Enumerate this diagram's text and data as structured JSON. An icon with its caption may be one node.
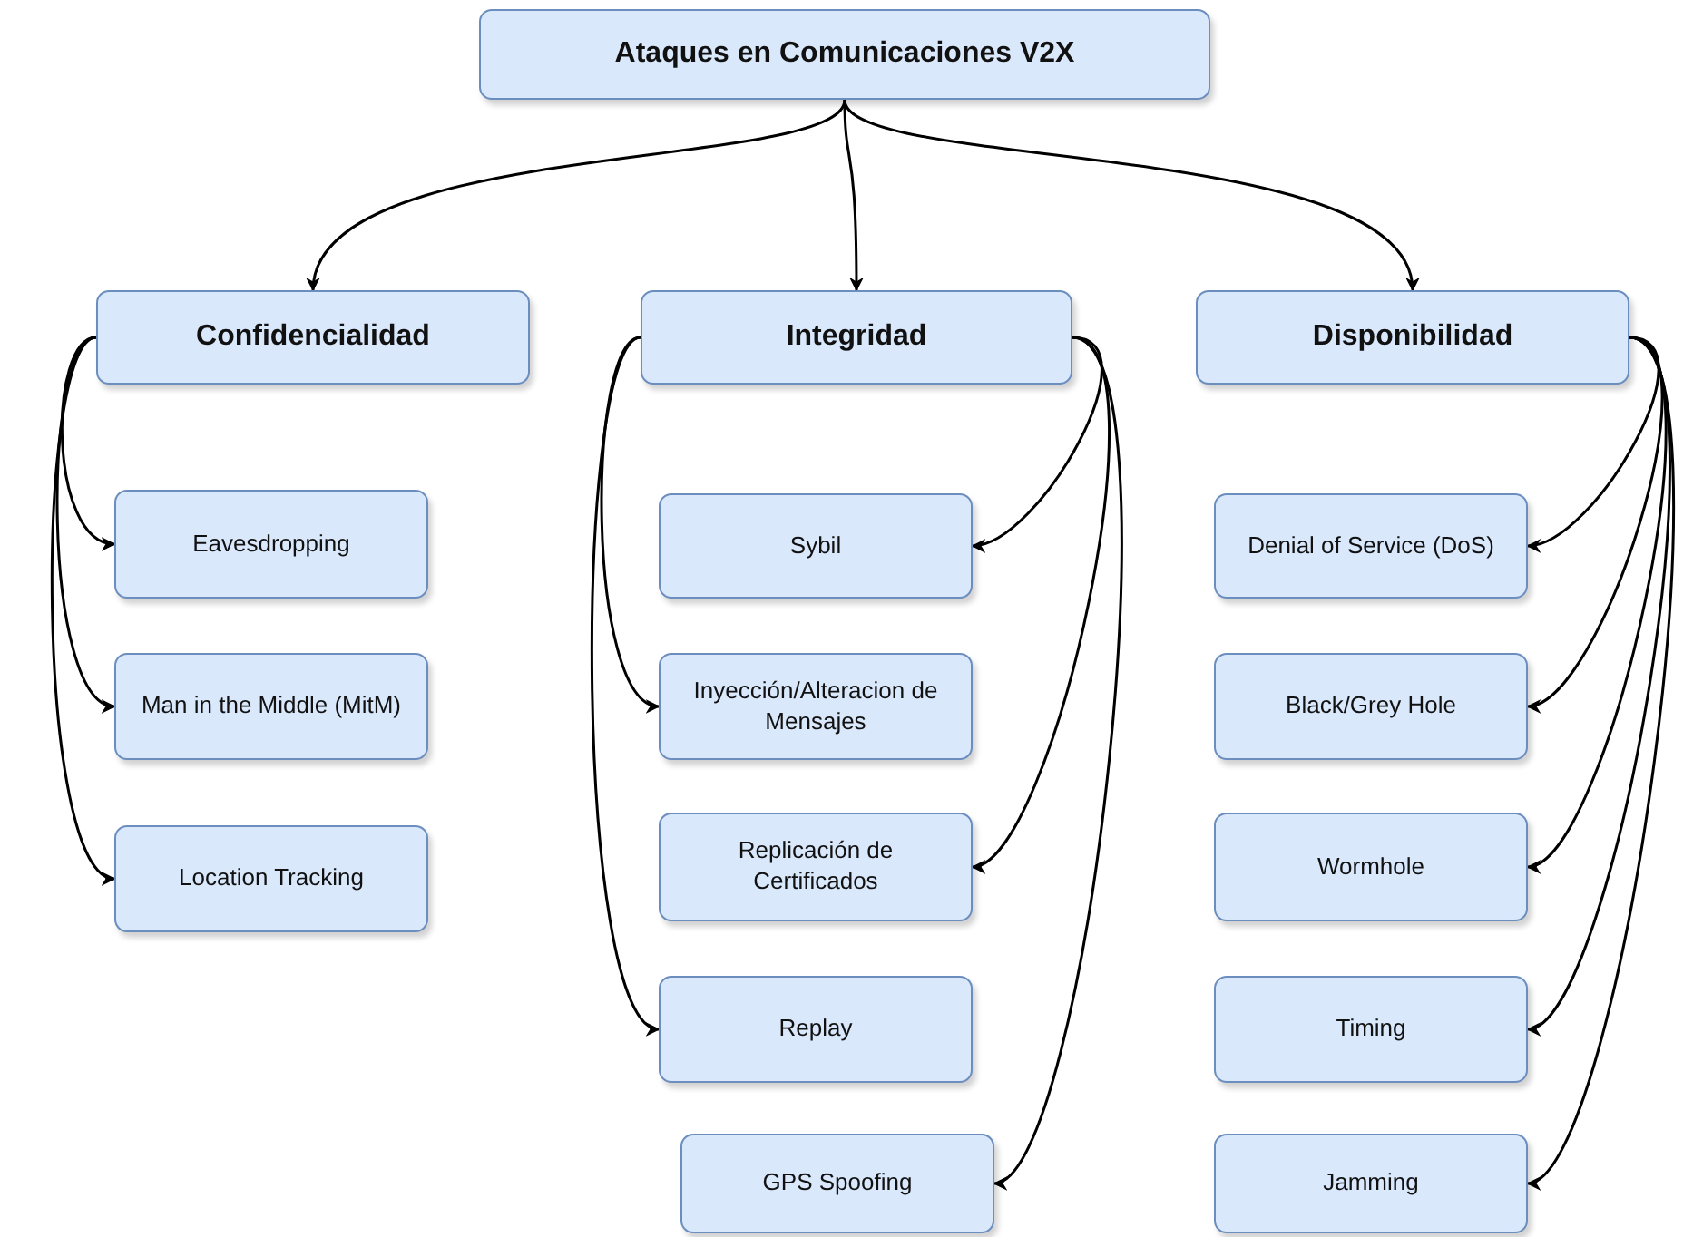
{
  "diagram": {
    "nodes": [
      {
        "text": [
          "Ataques en Comunicaciones V2X"
        ]
      },
      {
        "text": [
          "Confidencialidad"
        ]
      },
      {
        "text": [
          "Integridad"
        ]
      },
      {
        "text": [
          "Disponibilidad"
        ]
      },
      {
        "text": [
          "Eavesdropping"
        ]
      },
      {
        "text": [
          "Man in the Middle (MitM)"
        ]
      },
      {
        "text": [
          "Location Tracking"
        ]
      },
      {
        "text": [
          "Sybil"
        ]
      },
      {
        "text": [
          "Inyección/Alteracion de Mensajes"
        ]
      },
      {
        "text": [
          "Replicación de Certificados"
        ]
      },
      {
        "text": [
          "Replay"
        ]
      },
      {
        "text": [
          "GPS Spoofing"
        ]
      },
      {
        "text": [
          "Denial of Service (DoS)"
        ]
      },
      {
        "text": [
          "Black/Grey Hole"
        ]
      },
      {
        "text": [
          "Wormhole"
        ]
      },
      {
        "text": [
          "Timing"
        ]
      },
      {
        "text": [
          "Jamming"
        ]
      }
    ],
    "edges": [
      {
        "from": 0,
        "to": 1,
        "arrow": "to"
      },
      {
        "from": 0,
        "to": 2,
        "arrow": "to"
      },
      {
        "from": 0,
        "to": 3,
        "arrow": "to"
      },
      {
        "from": 1,
        "to": 4,
        "arrow": "to"
      },
      {
        "from": 1,
        "to": 5,
        "arrow": "to"
      },
      {
        "from": 1,
        "to": 6,
        "arrow": "to"
      },
      {
        "from": 2,
        "to": 7,
        "arrow": "to"
      },
      {
        "from": 2,
        "to": 8,
        "arrow": "to"
      },
      {
        "from": 2,
        "to": 9,
        "arrow": "to"
      },
      {
        "from": 2,
        "to": 10,
        "arrow": "to"
      },
      {
        "from": 2,
        "to": 11,
        "arrow": "to"
      },
      {
        "from": 3,
        "to": 12,
        "arrow": "to"
      },
      {
        "from": 3,
        "to": 13,
        "arrow": "to"
      },
      {
        "from": 3,
        "to": 14,
        "arrow": "to"
      },
      {
        "from": 3,
        "to": 15,
        "arrow": "to"
      },
      {
        "from": 3,
        "to": 16,
        "arrow": "to"
      }
    ]
  }
}
